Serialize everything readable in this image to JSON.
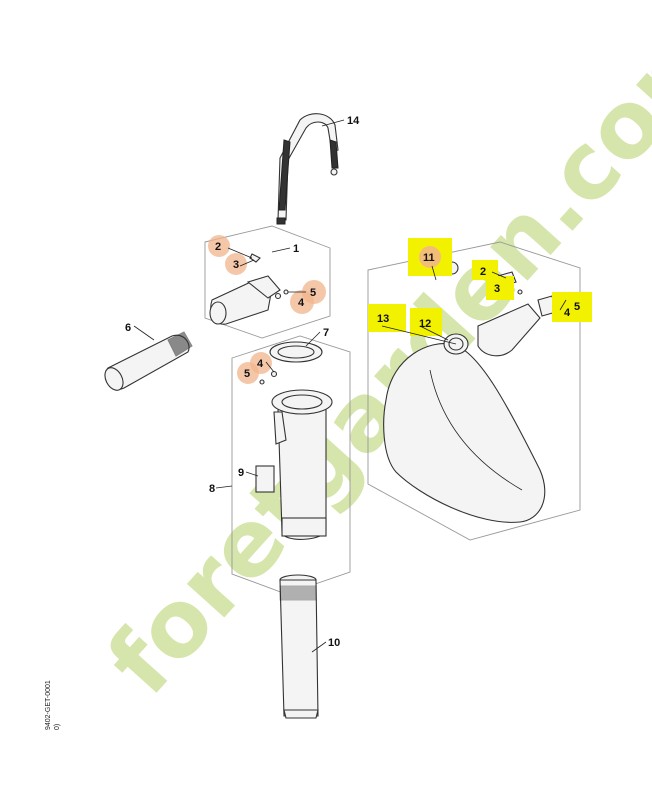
{
  "watermark": {
    "text": "foretgarden.com",
    "color": "#c9dd8f"
  },
  "side_code": "9402-GET-0001\n0)",
  "highlight_colors": {
    "circle": "#f2b48c",
    "square": "#f2f200"
  },
  "part_numbers": {
    "strap": "14",
    "housing_set": "1",
    "screw_a1": "2",
    "nut_a1": "3",
    "nut_b1": "4",
    "screw_b1": "5",
    "tube_short": "6",
    "ring": "7",
    "tube_assembly": "8",
    "label": "9",
    "nozzle": "10",
    "bag_fitting": "11",
    "oring": "12",
    "vac_set": "13",
    "screw_a2": "2",
    "nut_a2": "3",
    "screw_b2": "5",
    "nut_b2": "4",
    "screw_c": "4",
    "nut_c": "5"
  }
}
